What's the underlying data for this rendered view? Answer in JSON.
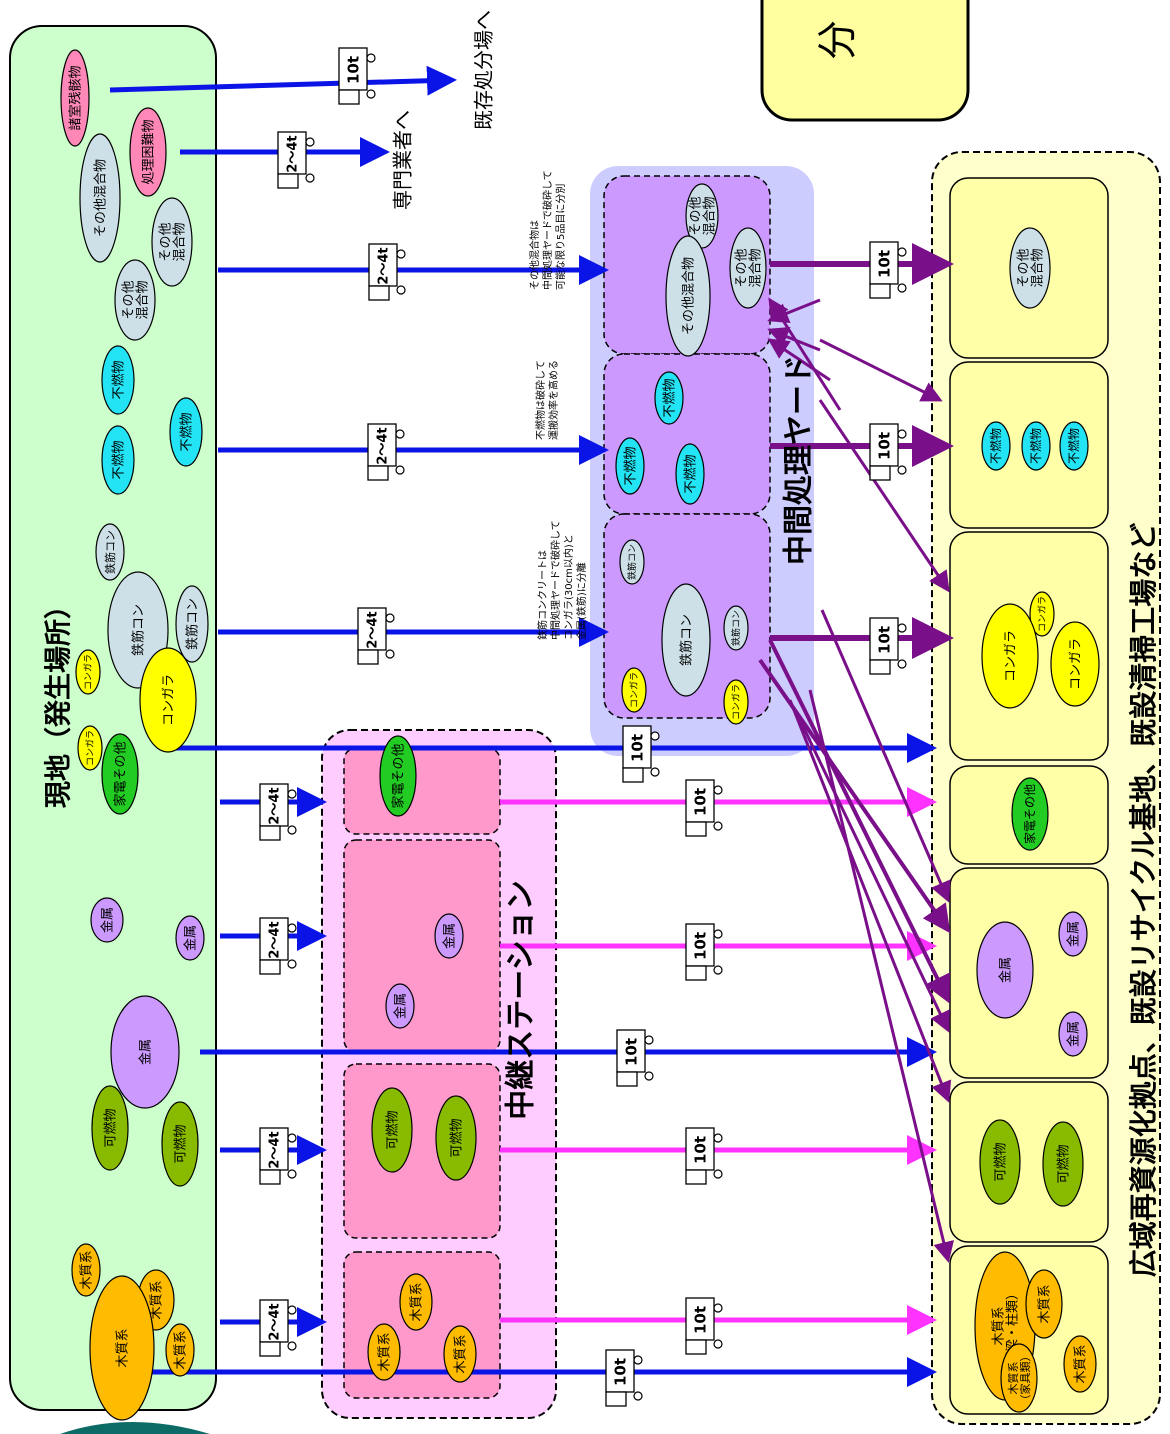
{
  "title_box": "分",
  "areas": {
    "genchi": "現地（発生場所）",
    "chukei": "中継ステーション",
    "chukan": "中間処理ヤード",
    "kouiki": "広域再資源化拠点、既設リサイクル基地、既設清掃工場など"
  },
  "destinations": {
    "existing_disposal": "既存処分場へ",
    "specialist": "専門業者へ"
  },
  "notes": {
    "mixed": [
      "その他混合物は",
      "中間処理ヤードで破砕して",
      "可能な限り5品目に分別"
    ],
    "nonburn": [
      "不燃物は破砕して",
      "運搬効率を高める"
    ],
    "concrete": [
      "鉄筋コンクリートは",
      "中間処理ヤードで破砕して",
      "コンガラ(30cm以内)と",
      "金属(鉄筋)に分離"
    ]
  },
  "trucks": {
    "small": "2〜4t",
    "large": "10t"
  },
  "items": {
    "shoshitsu": "諸室残骸物",
    "shorikonnan": "処理困難物",
    "sonota_kongo": "その他混合物",
    "sonota_kongo_short": "その他\n混合物",
    "funen": "不燃物",
    "tekkin": "鉄筋コン",
    "congara": "コンガラ",
    "kaden": "家電その他",
    "kinzoku": "金属",
    "kanen": "可燃物",
    "mokushitsu": "木質系",
    "mokushitsu_hari": "木質系\n（梁・柱類）",
    "mokushitsu_kagu": "木質系\n（家具類）"
  },
  "colors": {
    "blue_line": "#0a14e6",
    "magenta_line": "#ff33ff",
    "purple_line": "#7a0f8a",
    "genchi_bg": "#ccffcc",
    "chukei_bg": "#ffccff",
    "chukei_cell": "#ff99cc",
    "chukan_bg": "#ccccff",
    "chukan_cell": "#cc99ff",
    "kouiki_bg": "#ffffcc"
  }
}
